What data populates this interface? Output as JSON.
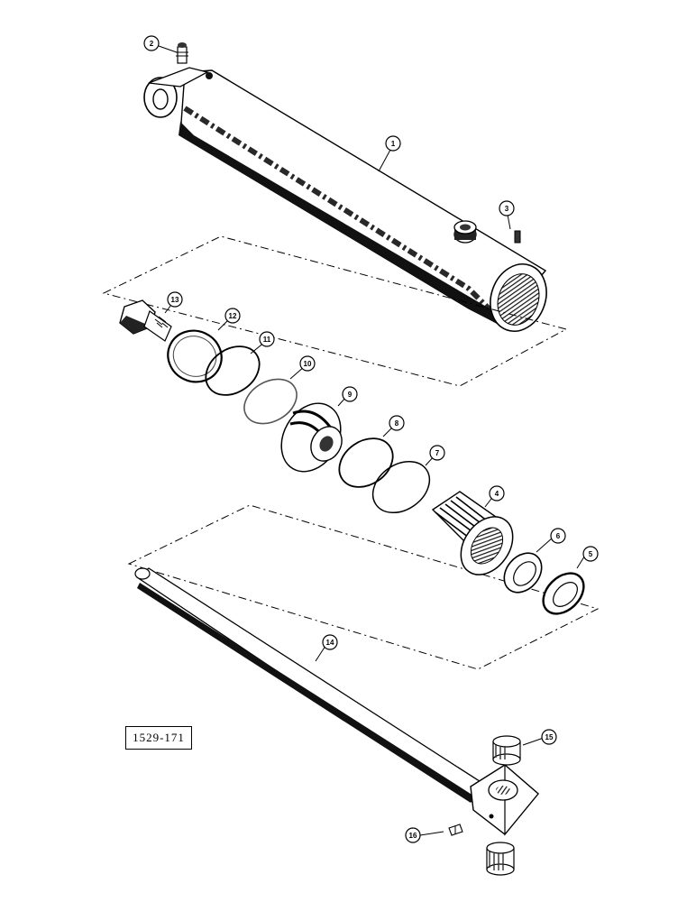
{
  "drawing_number": "1529-171",
  "callouts": {
    "c1": "1",
    "c2": "2",
    "c3": "3",
    "c4": "4",
    "c5": "5",
    "c6": "6",
    "c7": "7",
    "c8": "8",
    "c9": "9",
    "c10": "10",
    "c11": "11",
    "c12": "12",
    "c13": "13",
    "c14": "14",
    "c15": "15",
    "c16": "16"
  }
}
